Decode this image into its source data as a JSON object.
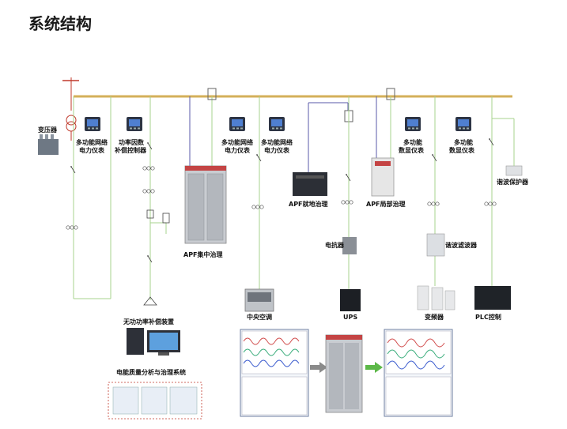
{
  "title": "系统结构",
  "labels": {
    "transformer": "变压器",
    "meter1_l1": "多功能网络",
    "meter1_l2": "电力仪表",
    "pf_l1": "功率因数",
    "pf_l2": "补偿控制器",
    "meter2_l1": "多功能网络",
    "meter2_l2": "电力仪表",
    "meter3_l1": "多功能网络",
    "meter3_l2": "电力仪表",
    "apf_central": "APF集中治理",
    "apf_local": "APF就地治理",
    "apf_partial": "APF局部治理",
    "meter4_l1": "多功能",
    "meter4_l2": "数显仪表",
    "meter5_l1": "多功能",
    "meter5_l2": "数显仪表",
    "harmonic_protector": "谐波保护器",
    "reactor": "电抗器",
    "harmonic_filter": "谐波滤波器",
    "central_ac": "中央空调",
    "ups": "UPS",
    "inverter": "变频器",
    "plc": "PLC控制",
    "reactive_comp": "无功功率补偿装置",
    "pq_system": "电能质量分析与治理系统"
  },
  "colors": {
    "bus": "#d4b05a",
    "wire": "#a7d38e",
    "signal": "#5a5aa8",
    "arrow_gray": "#8a8a8a",
    "arrow_green": "#5cb848"
  }
}
